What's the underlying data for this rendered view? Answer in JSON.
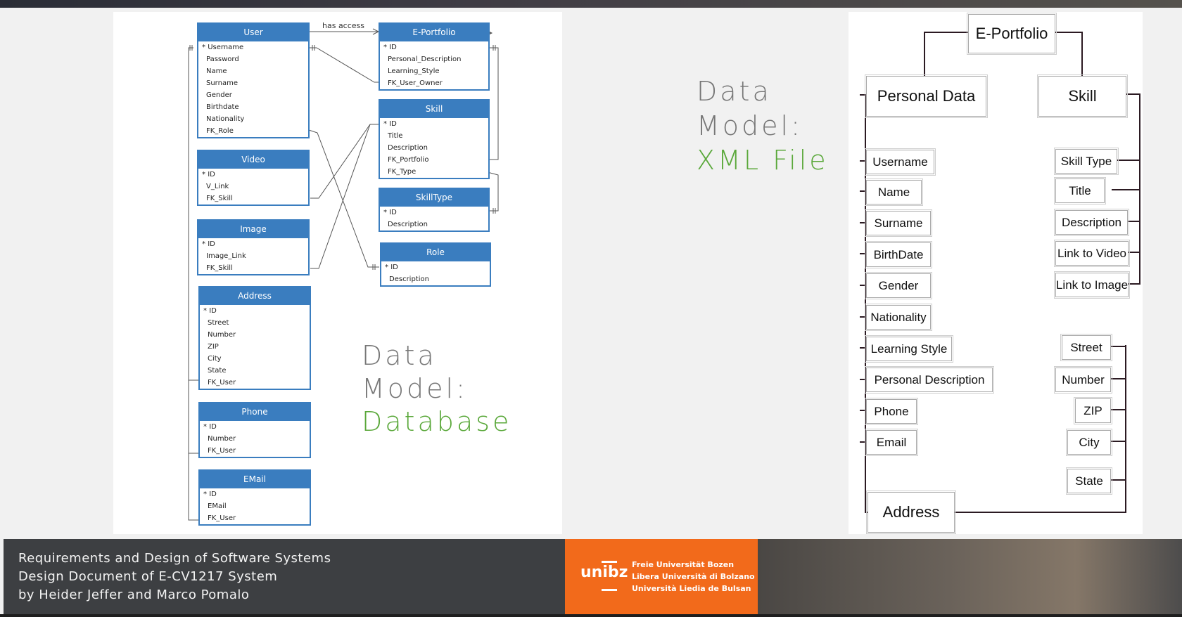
{
  "db": {
    "title_lines": [
      "Data",
      "Model:",
      "Database"
    ],
    "relation_label": "has access",
    "entities": [
      {
        "name": "User",
        "fields": [
          "Username",
          "Password",
          "Name",
          "Surname",
          "Gender",
          "Birthdate",
          "Nationality",
          "FK_Role"
        ]
      },
      {
        "name": "Video",
        "fields": [
          "ID",
          "V_Link",
          "FK_Skill"
        ]
      },
      {
        "name": "Image",
        "fields": [
          "ID",
          "Image_Link",
          "FK_Skill"
        ]
      },
      {
        "name": "Address",
        "fields": [
          "ID",
          "Street",
          "Number",
          "ZIP",
          "City",
          "State",
          "FK_User"
        ]
      },
      {
        "name": "Phone",
        "fields": [
          "ID",
          "Number",
          "FK_User"
        ]
      },
      {
        "name": "EMail",
        "fields": [
          "ID",
          "EMail",
          "FK_User"
        ]
      },
      {
        "name": "E-Portfolio",
        "fields": [
          "ID",
          "Personal_Description",
          "Learning_Style",
          "FK_User_Owner"
        ]
      },
      {
        "name": "Skill",
        "fields": [
          "ID",
          "Title",
          "Description",
          "FK_Portfolio",
          "FK_Type"
        ]
      },
      {
        "name": "SkillType",
        "fields": [
          "ID",
          "Description"
        ]
      },
      {
        "name": "Role",
        "fields": [
          "ID",
          "Description"
        ]
      }
    ]
  },
  "xml": {
    "title_lines": [
      "Data",
      "Model:",
      "XML File"
    ],
    "root": "E-Portfolio",
    "personal_data": "Personal Data",
    "skill": "Skill",
    "address": "Address",
    "personal_items": [
      "Username",
      "Name",
      "Surname",
      "BirthDate",
      "Gender",
      "Nationality",
      "Learning Style",
      "Personal Description",
      "Phone",
      "Email"
    ],
    "skill_items": [
      "Skill Type",
      "Title",
      "Description",
      "Link to Video",
      "Link to Image"
    ],
    "address_items": [
      "Street",
      "Number",
      "ZIP",
      "City",
      "State"
    ]
  },
  "footer": {
    "lines": [
      "Requirements and Design of Software Systems",
      "Design Document of E-CV1217 System",
      "by Heider Jeffer and Marco Pomalo"
    ],
    "logo_mark": "unibz",
    "logo_lines": [
      "Freie Universität Bozen",
      "Libera Università di Bolzano",
      "Università Liedia de Bulsan"
    ]
  },
  "colors": {
    "entity_header": "#3a7dbf",
    "title_gray": "#777777",
    "title_green": "#5aa83a",
    "logo_orange": "#f26a1b",
    "tree_line": "#2b1a22"
  }
}
